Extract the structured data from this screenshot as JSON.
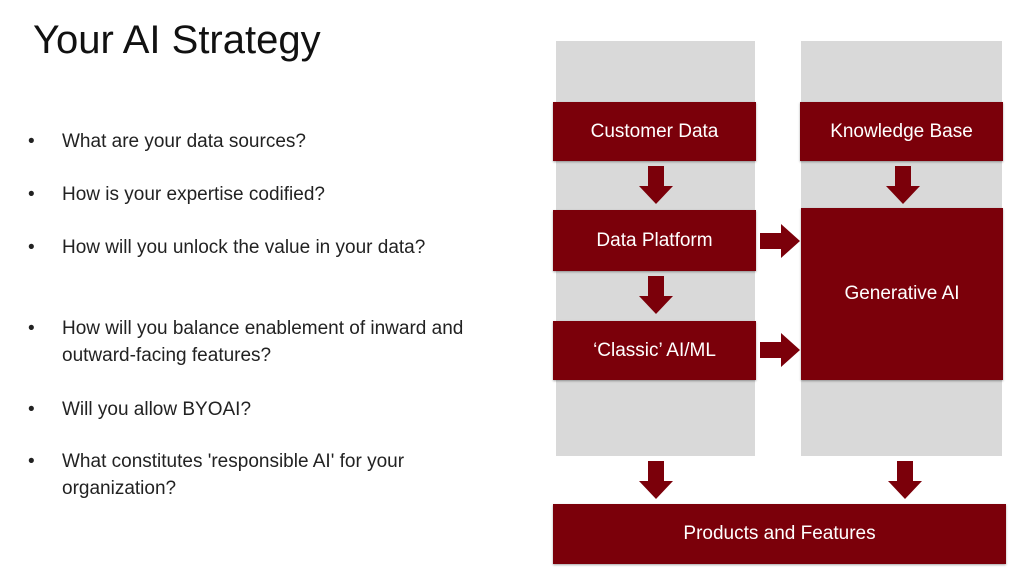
{
  "title": "Your AI Strategy",
  "bullets": [
    "What are your data sources?",
    "How is your expertise codified?",
    "How will you unlock the value in your data?",
    "How will you balance enablement of inward and outward-facing features?",
    "Will you allow BYOAI?",
    "What constitutes 'responsible AI' for your organization?"
  ],
  "diagram": {
    "customer_data": "Customer Data",
    "knowledge_base": "Knowledge Base",
    "data_platform": "Data Platform",
    "classic_ai": "‘Classic’ AI/ML",
    "generative_ai": "Generative AI",
    "products_features": "Products and Features"
  },
  "colors": {
    "box": "#7b000a",
    "column": "#d9d9d9"
  }
}
